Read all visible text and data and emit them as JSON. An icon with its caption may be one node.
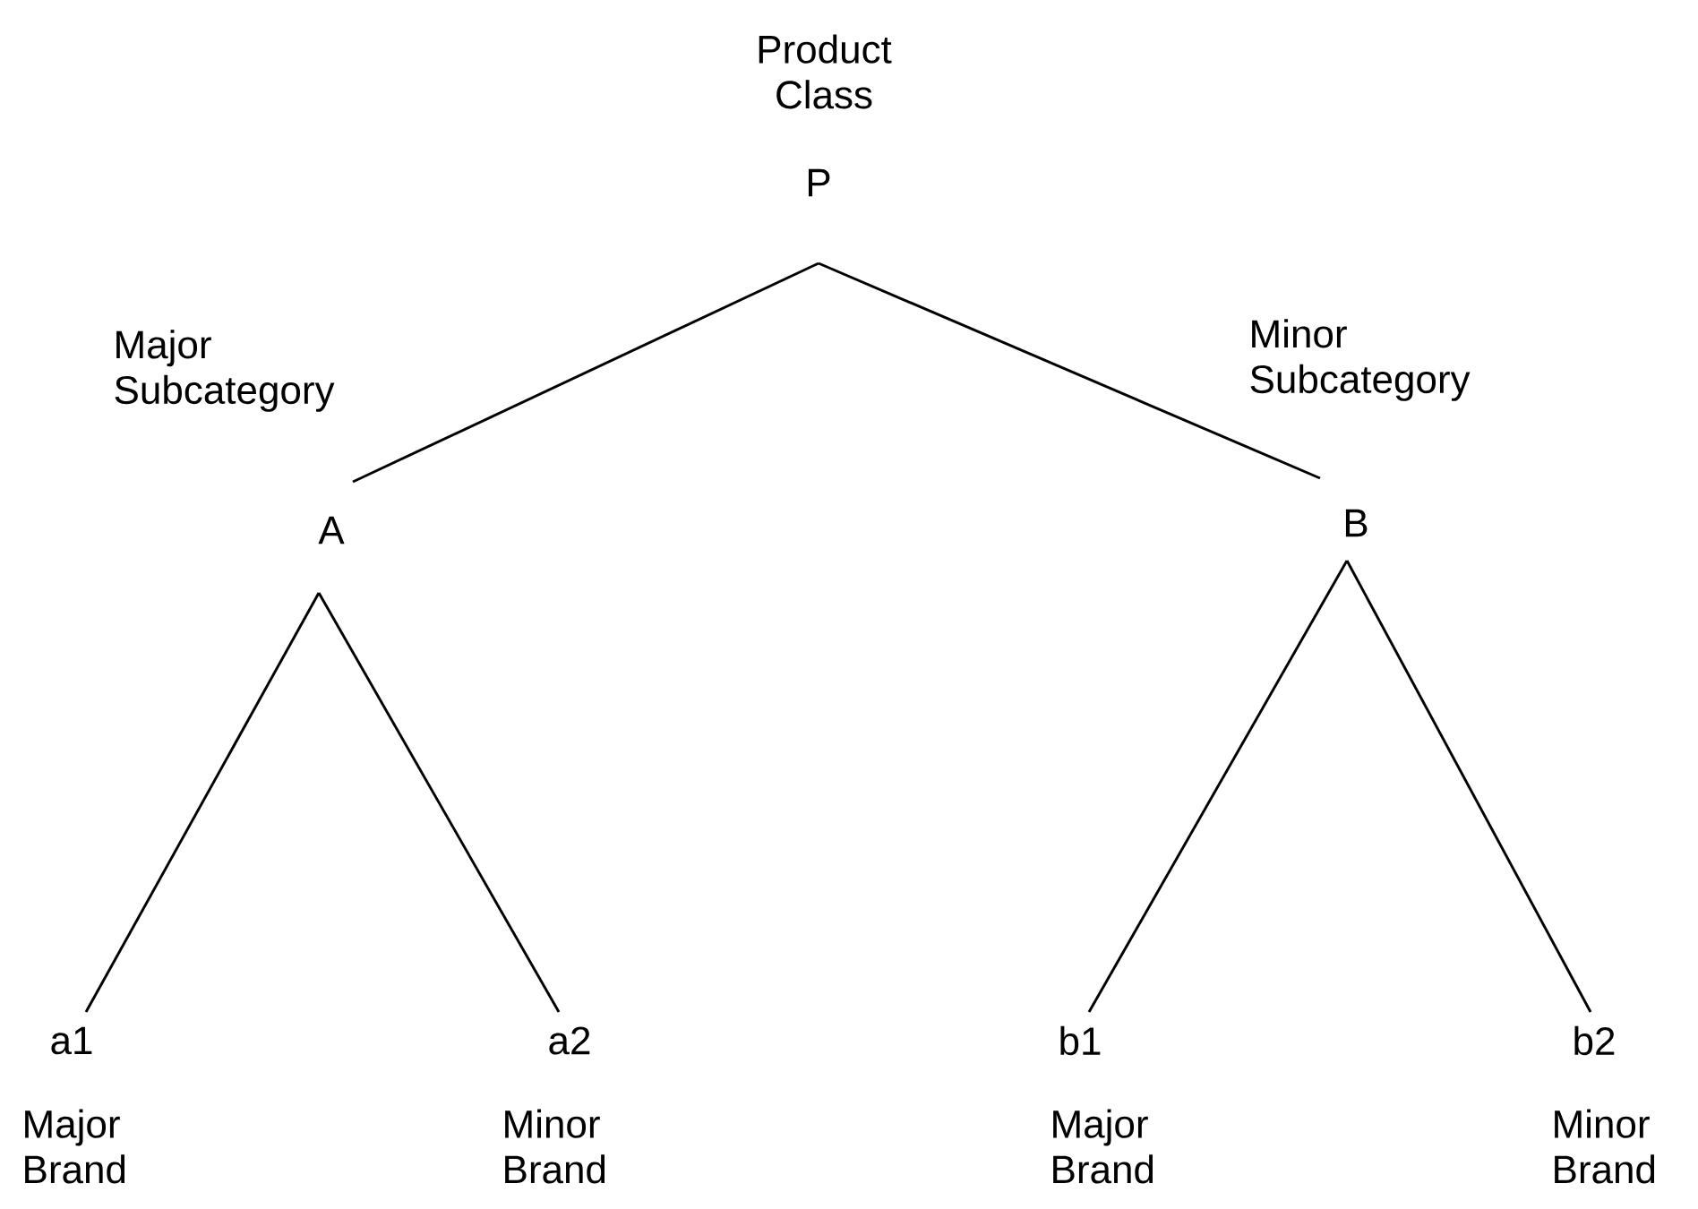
{
  "diagram": {
    "nodes": [
      {
        "text": [
          "P"
        ],
        "beside": [
          "Product Class"
        ]
      },
      {
        "text": [
          "A"
        ],
        "beside": [
          "Major Subcategory"
        ]
      },
      {
        "text": [
          "B"
        ],
        "beside": [
          "Minor Subcategory"
        ]
      },
      {
        "text": [
          "a1"
        ],
        "beside": [
          "Major Brand"
        ]
      },
      {
        "text": [
          "a2"
        ],
        "beside": [
          "Minor Brand"
        ]
      },
      {
        "text": [
          "b1"
        ],
        "beside": [
          "Major Brand"
        ]
      },
      {
        "text": [
          "b2"
        ],
        "beside": [
          "Minor Brand"
        ]
      }
    ],
    "edges": [
      {
        "from": 0,
        "to": 1,
        "arrow": "none"
      },
      {
        "from": 0,
        "to": 2,
        "arrow": "none"
      },
      {
        "from": 1,
        "to": 3,
        "arrow": "none"
      },
      {
        "from": 1,
        "to": 4,
        "arrow": "none"
      },
      {
        "from": 2,
        "to": 5,
        "arrow": "none"
      },
      {
        "from": 2,
        "to": 6,
        "arrow": "none"
      }
    ]
  }
}
